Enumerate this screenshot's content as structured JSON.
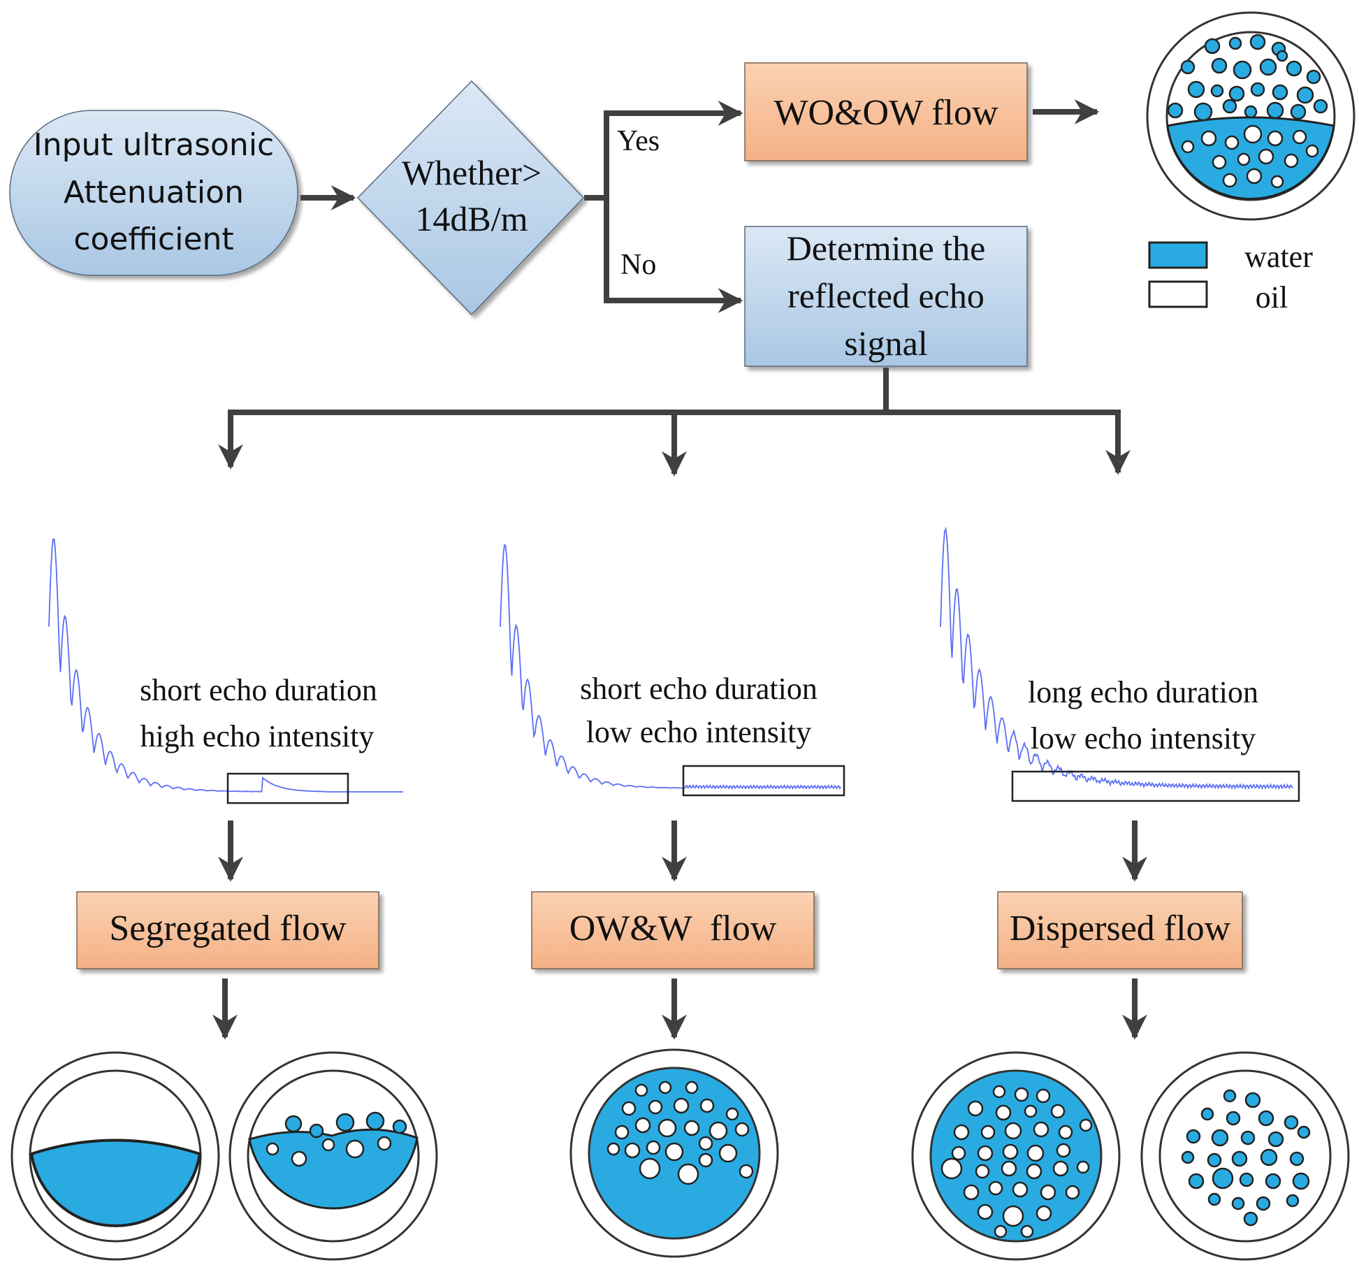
{
  "input_node": {
    "line1": "Input ultrasonic",
    "line2": "Attenuation",
    "line3": "coefficient"
  },
  "decision_node": {
    "line1": "Whether>",
    "line2": "14dB/m"
  },
  "branch_yes": "Yes",
  "branch_no": "No",
  "wo_ow_box": "WO&OW flow",
  "determine_box": {
    "line1": "Determine the",
    "line2": "reflected echo",
    "line3": "signal"
  },
  "legend": {
    "water": "water",
    "oil": "oil"
  },
  "signals": [
    {
      "line1": "short echo duration",
      "line2": "high echo intensity"
    },
    {
      "line1": "short echo duration",
      "line2": "low echo intensity"
    },
    {
      "line1": "long echo duration",
      "line2": "low echo intensity"
    }
  ],
  "results": [
    "Segregated flow",
    "OW&W  flow",
    "Dispersed flow"
  ],
  "colors": {
    "water": "#29abe2",
    "node_blue": "#bcd6ec",
    "node_orange": "#f8c29c",
    "arrow": "#404040",
    "signal": "#5b6ef5"
  }
}
